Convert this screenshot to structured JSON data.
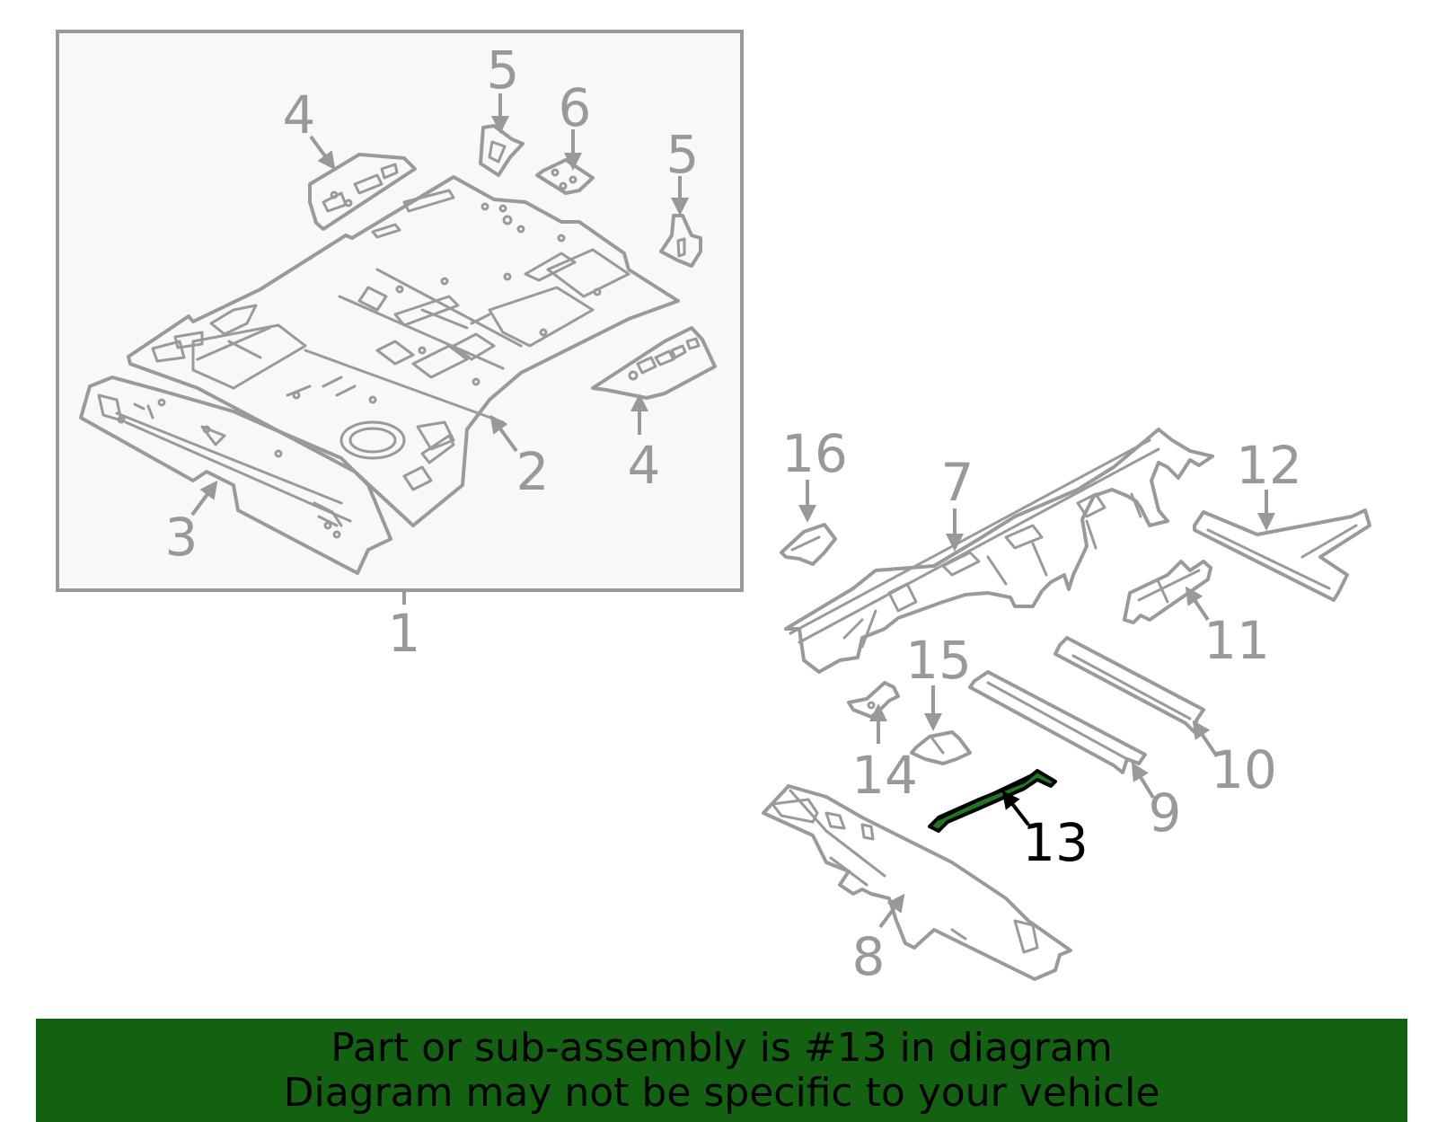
{
  "diagram": {
    "callouts": [
      {
        "id": "c1",
        "label": "1"
      },
      {
        "id": "c2",
        "label": "2"
      },
      {
        "id": "c3",
        "label": "3"
      },
      {
        "id": "c4a",
        "label": "4"
      },
      {
        "id": "c4b",
        "label": "4"
      },
      {
        "id": "c5a",
        "label": "5"
      },
      {
        "id": "c5b",
        "label": "5"
      },
      {
        "id": "c6",
        "label": "6"
      },
      {
        "id": "c7",
        "label": "7"
      },
      {
        "id": "c8",
        "label": "8"
      },
      {
        "id": "c9",
        "label": "9"
      },
      {
        "id": "c10",
        "label": "10"
      },
      {
        "id": "c11",
        "label": "11"
      },
      {
        "id": "c12",
        "label": "12"
      },
      {
        "id": "c13",
        "label": "13"
      },
      {
        "id": "c14",
        "label": "14"
      },
      {
        "id": "c15",
        "label": "15"
      },
      {
        "id": "c16",
        "label": "16"
      }
    ],
    "highlighted_part": "13",
    "colors": {
      "line_art": "#9a9a9a",
      "highlight_fill": "#1f7a1f",
      "banner_bg": "#126212",
      "box_bg": "#f8f8f8"
    }
  },
  "banner": {
    "line1": "Part or sub-assembly is #13 in diagram",
    "line2": "Diagram may not be specific to your vehicle"
  }
}
